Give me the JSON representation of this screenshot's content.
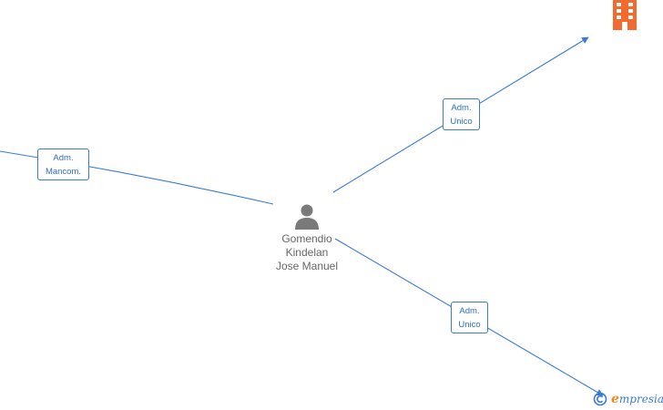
{
  "person": {
    "name_lines": [
      "Gomendio",
      "Kindelan",
      "Jose Manuel"
    ]
  },
  "edges": [
    {
      "id": "mancom",
      "label_lines": [
        "Adm.",
        "Mancom."
      ]
    },
    {
      "id": "unico-top",
      "label_lines": [
        "Adm.",
        "Unico"
      ]
    },
    {
      "id": "unico-bottom",
      "label_lines": [
        "Adm.",
        "Unico"
      ]
    }
  ],
  "brand": {
    "copyright_symbol": "©",
    "initial": "e",
    "rest": "mpresia"
  },
  "colors": {
    "edge": "#3a7bd5",
    "label_text": "#2f6fc6",
    "person_icon": "#7a7a7a",
    "company_icon": "#f26a2e",
    "brand_accent": "#f08a24"
  },
  "icons": {
    "person": "person-icon",
    "company": "building-icon"
  }
}
